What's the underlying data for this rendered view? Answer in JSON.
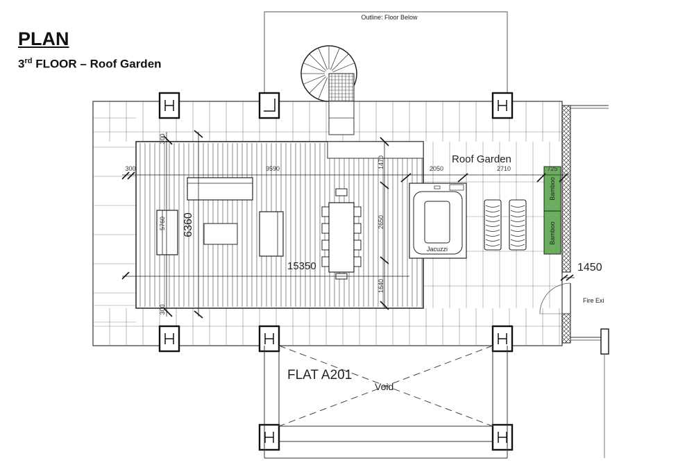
{
  "header": {
    "title": "PLAN",
    "subtitle_floor": "3",
    "subtitle_sup": "rd",
    "subtitle_rest": " FLOOR – Roof Garden"
  },
  "labels": {
    "outline_below": "Outline: Floor Below",
    "roof_garden": "Roof Garden",
    "jacuzzi": "Jacuzzi",
    "bamboo": "Bamboo",
    "flat": "FLAT A201",
    "void": "Void",
    "fire_exit": "Fire Exi"
  },
  "dimensions": {
    "d300_top": "300",
    "d300_left": "300",
    "d300_bottom": "300",
    "d9590": "9590",
    "d1470": "1470",
    "d2050": "2050",
    "d2710": "2710",
    "d725": "725",
    "d5760": "5760",
    "d6360": "6360",
    "d2650": "2650",
    "d15350": "15350",
    "d1640": "1640",
    "d1450": "1450"
  },
  "colors": {
    "line": "#333333",
    "bamboo_fill": "#6aae5e"
  }
}
